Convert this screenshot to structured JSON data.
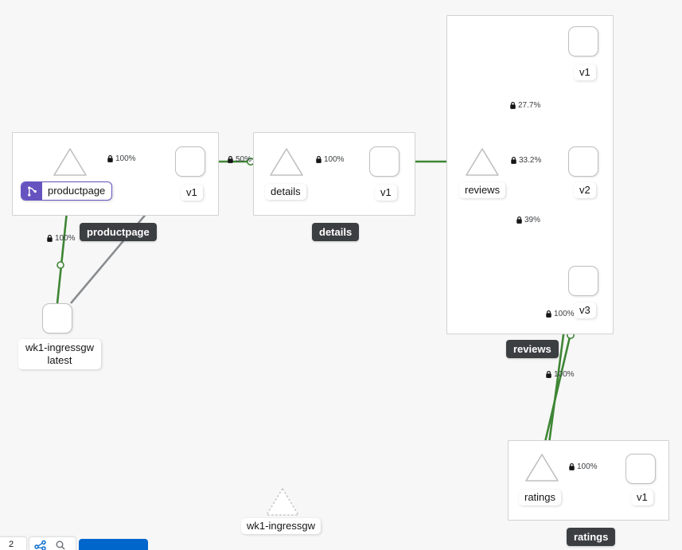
{
  "canvas": {
    "background": "#f7f7f7",
    "edge_color_healthy": "#3e8635",
    "edge_color_idle": "#8a8d90",
    "group_box_bg": "#ffffff",
    "group_box_border": "#d2d2d2",
    "group_label_bg": "#3c3f42",
    "virtualservice_badge_color": "#6753c0"
  },
  "groups": [
    {
      "id": "productpage",
      "label": "productpage"
    },
    {
      "id": "details",
      "label": "details"
    },
    {
      "id": "reviews",
      "label": "reviews"
    },
    {
      "id": "ratings",
      "label": "ratings"
    }
  ],
  "nodes": {
    "ingressgw_workload": {
      "label_line1": "wk1-ingressgw",
      "label_line2": "latest",
      "type": "workload-box"
    },
    "productpage_service": {
      "label": "productpage",
      "type": "service-triangle",
      "badge": "virtual-service-icon"
    },
    "productpage_v1": {
      "label": "v1",
      "type": "workload-box"
    },
    "details_service": {
      "label": "details",
      "type": "service-triangle"
    },
    "details_v1": {
      "label": "v1",
      "type": "workload-box"
    },
    "reviews_service": {
      "label": "reviews",
      "type": "service-triangle"
    },
    "reviews_v1": {
      "label": "v1",
      "type": "workload-box"
    },
    "reviews_v2": {
      "label": "v2",
      "type": "workload-box"
    },
    "reviews_v3": {
      "label": "v3",
      "type": "workload-box"
    },
    "ratings_service": {
      "label": "ratings",
      "type": "service-triangle"
    },
    "ratings_v1": {
      "label": "v1",
      "type": "workload-box"
    },
    "ingressgw_service": {
      "label": "wk1-ingressgw",
      "type": "service-triangle-idle"
    }
  },
  "edges": [
    {
      "id": "ingressgw-to-productpage-svc",
      "rate": "100%",
      "mtls": true,
      "status": "healthy"
    },
    {
      "id": "ingressgw-to-productpage-v1",
      "rate": "",
      "mtls": false,
      "status": "idle"
    },
    {
      "id": "productpage-svc-to-v1",
      "rate": "100%",
      "mtls": true,
      "status": "healthy"
    },
    {
      "id": "productpage-v1-to-details-svc",
      "rate": "50%",
      "mtls": true,
      "status": "healthy"
    },
    {
      "id": "details-svc-to-v1",
      "rate": "100%",
      "mtls": true,
      "status": "healthy"
    },
    {
      "id": "details-v1-to-reviews-svc",
      "rate": "",
      "mtls": false,
      "status": "healthy"
    },
    {
      "id": "reviews-svc-to-v1",
      "rate": "27.7%",
      "mtls": true,
      "status": "healthy"
    },
    {
      "id": "reviews-svc-to-v2",
      "rate": "33.2%",
      "mtls": true,
      "status": "healthy"
    },
    {
      "id": "reviews-svc-to-v3",
      "rate": "39%",
      "mtls": true,
      "status": "healthy"
    },
    {
      "id": "reviews-v3-to-ratings-svc",
      "rate": "100%",
      "mtls": true,
      "status": "healthy"
    },
    {
      "id": "reviews-v2-to-ratings-svc",
      "rate": "100%",
      "mtls": true,
      "status": "healthy"
    },
    {
      "id": "ratings-svc-to-v1",
      "rate": "100%",
      "mtls": true,
      "status": "healthy"
    }
  ],
  "toolbar_cutoff": {
    "left_chip_text": "2",
    "mid_chip_icons": [
      "share-icon",
      "search-icon"
    ],
    "primary_button_label": ""
  }
}
